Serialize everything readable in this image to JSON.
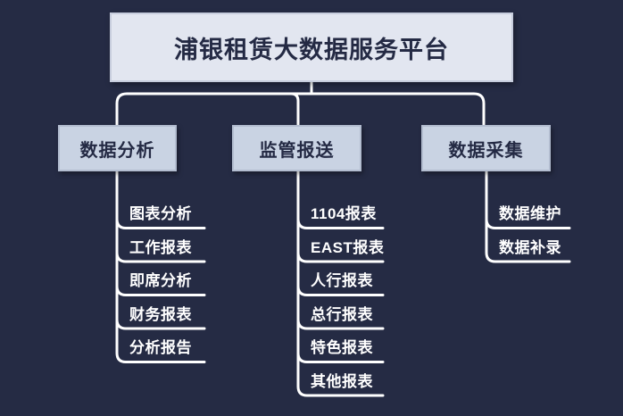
{
  "diagram": {
    "title": "浦银租赁大数据服务平台",
    "branches": [
      {
        "label": "数据分析",
        "children": [
          "图表分析",
          "工作报表",
          "即席分析",
          "财务报表",
          "分析报告"
        ]
      },
      {
        "label": "监管报送",
        "children": [
          "1104报表",
          "EAST报表",
          "人行报表",
          "总行报表",
          "特色报表",
          "其他报表"
        ]
      },
      {
        "label": "数据采集",
        "children": [
          "数据维护",
          "数据补录"
        ]
      }
    ],
    "colors": {
      "background": "#252b44",
      "root_fill": "#e2e6f0",
      "root_border": "#c7cddd",
      "branch_fill": "#c9d3e3",
      "branch_border": "#b3bdd0",
      "node_text": "#242a44",
      "line": "#ffffff",
      "leaf_text": "#ffffff"
    }
  }
}
